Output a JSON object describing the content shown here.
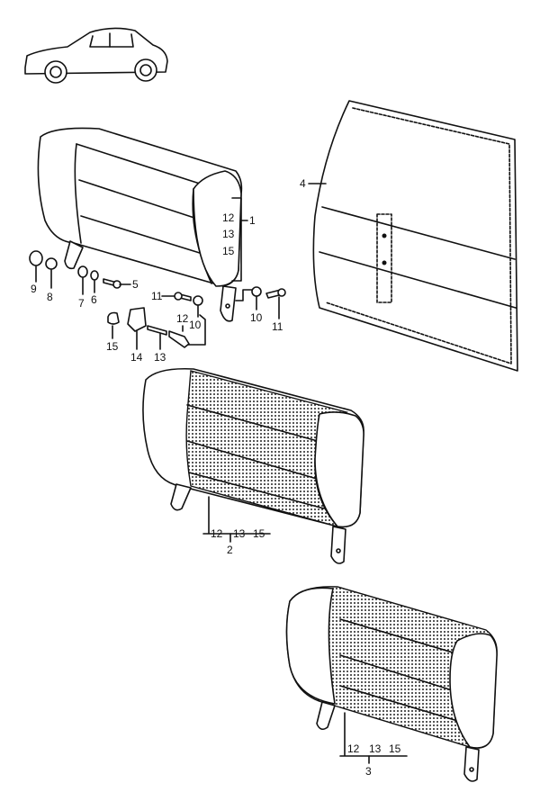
{
  "title": "Rear seat backrest parts diagram",
  "callouts": {
    "backrest_1": {
      "ref": "1",
      "sub": [
        "12",
        "13",
        "15"
      ]
    },
    "panel": "4",
    "hardware": {
      "p9": "9",
      "p8": "8",
      "p7": "7",
      "p6": "6",
      "p5": "5",
      "p11a": "11",
      "p10a": "10",
      "p12": "12",
      "p15": "15",
      "p14": "14",
      "p13": "13",
      "p10b": "10",
      "p11b": "11"
    },
    "backrest_2": {
      "ref": "2",
      "sub": [
        "12",
        "13",
        "15"
      ]
    },
    "backrest_3": {
      "ref": "3",
      "sub": [
        "12",
        "13",
        "15"
      ]
    }
  }
}
